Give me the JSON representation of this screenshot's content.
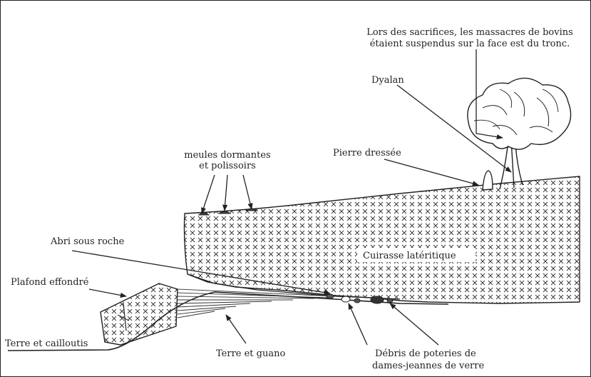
{
  "labels": {
    "caption_line1": "Lors des sacrifices, les massacres de bovins",
    "caption_line2": "étaient suspendus sur la face est du tronc.",
    "dyalan": "Dyalan",
    "pierre": "Pierre dressée",
    "meules_line1": "meules dormantes",
    "meules_line2": "et polissoirs",
    "abri": "Abri sous roche",
    "cuirasse": "Cuirasse latéritique",
    "plafond": "Plafond effondré",
    "terre_cailloutis": "Terre et cailloutis",
    "terre_guano": "Terre et guano",
    "debris_line1": "Débris de poteries de",
    "debris_line2": "dames-jeannes de verre"
  },
  "colors": {
    "ink": "#222222",
    "background": "#ffffff"
  }
}
